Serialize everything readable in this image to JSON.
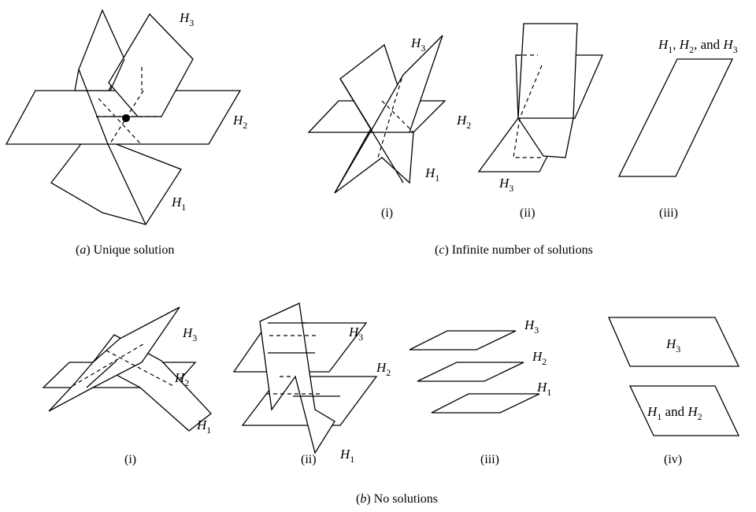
{
  "figure": {
    "panel_a": {
      "caption_prefix": "(",
      "caption_letter": "a",
      "caption_suffix": ") Unique solution",
      "labels": {
        "h1": "1",
        "h2": "2",
        "h3": "3",
        "H": "H"
      }
    },
    "panel_c": {
      "caption_prefix": "(",
      "caption_letter": "c",
      "caption_suffix": ") Infinite number of solutions",
      "sub_i": "(i)",
      "sub_ii": "(ii)",
      "sub_iii": "(iii)",
      "iii_sep1": ", ",
      "iii_sep2": ", and "
    },
    "panel_b": {
      "caption_prefix": "(",
      "caption_letter": "b",
      "caption_suffix": ") No solutions",
      "sub_i": "(i)",
      "sub_ii": "(ii)",
      "sub_iii": "(iii)",
      "sub_iv": "(iv)",
      "iv_and": " and "
    }
  }
}
